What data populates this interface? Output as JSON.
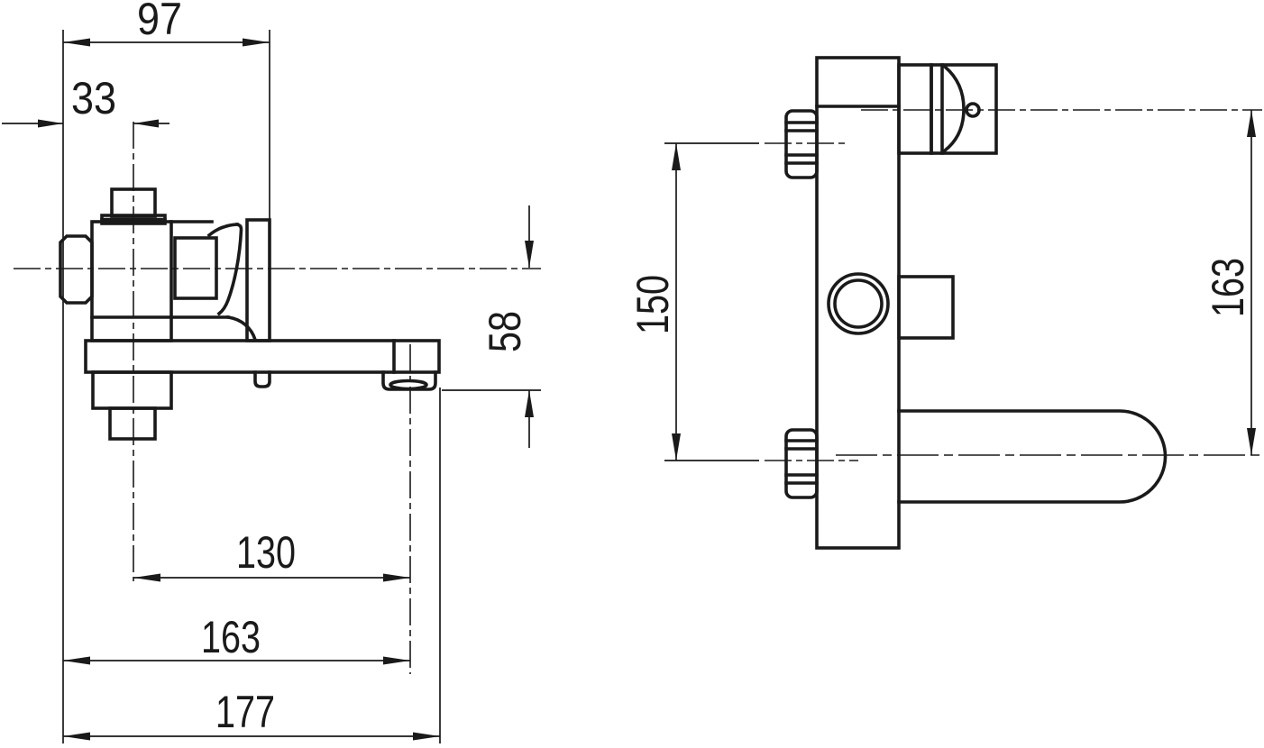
{
  "drawing": {
    "type": "technical-dimension-drawing",
    "subject": "wall-mounted bath mixer faucet, front and side views",
    "style": {
      "line_color": "#1a1a1a",
      "background": "#ffffff"
    },
    "dimensions": {
      "front_view": {
        "wall_to_body_width": "97",
        "center_offset": "33",
        "spout_drop_height": "58",
        "center_to_outlet": "130",
        "body_to_outlet": "163",
        "overall_length": "177"
      },
      "side_view": {
        "inlet_spacing": "150",
        "overall_height": "163"
      }
    }
  }
}
